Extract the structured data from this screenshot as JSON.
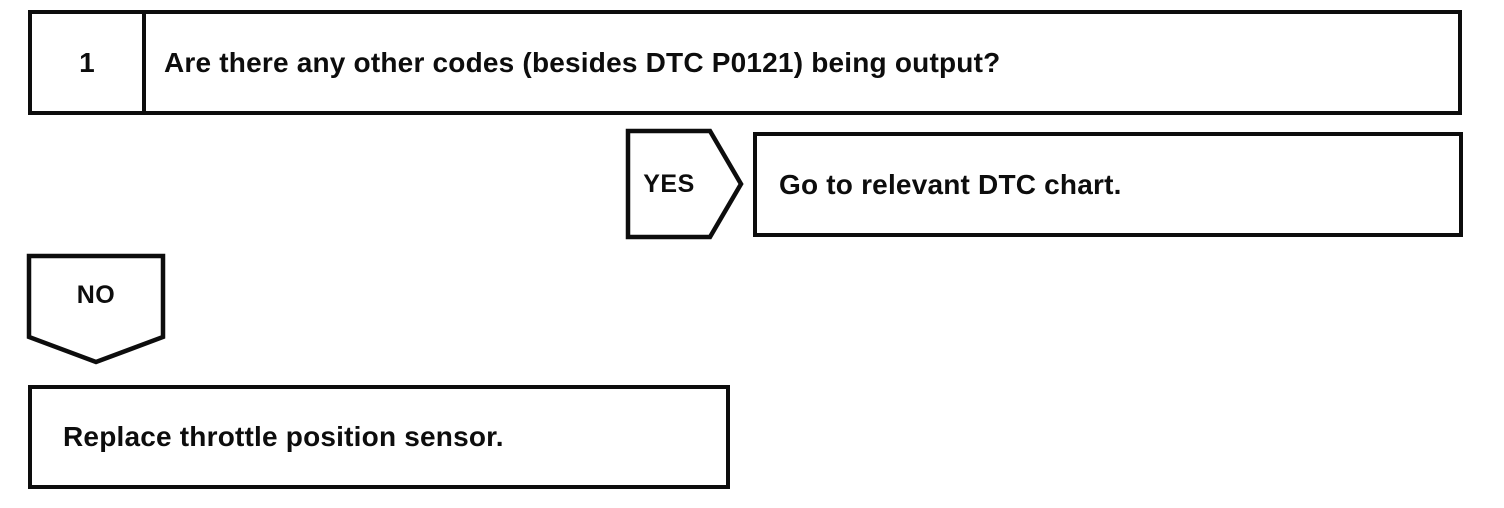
{
  "flowchart": {
    "step": {
      "number": "1",
      "question": "Are there any other codes (besides DTC P0121) being output?"
    },
    "yes_branch": {
      "label": "YES",
      "action": "Go to relevant DTC chart."
    },
    "no_branch": {
      "label": "NO",
      "action": "Replace throttle position sensor."
    },
    "colors": {
      "line": "#0d0d0d",
      "background": "#ffffff",
      "text": "#0d0d0d"
    }
  }
}
